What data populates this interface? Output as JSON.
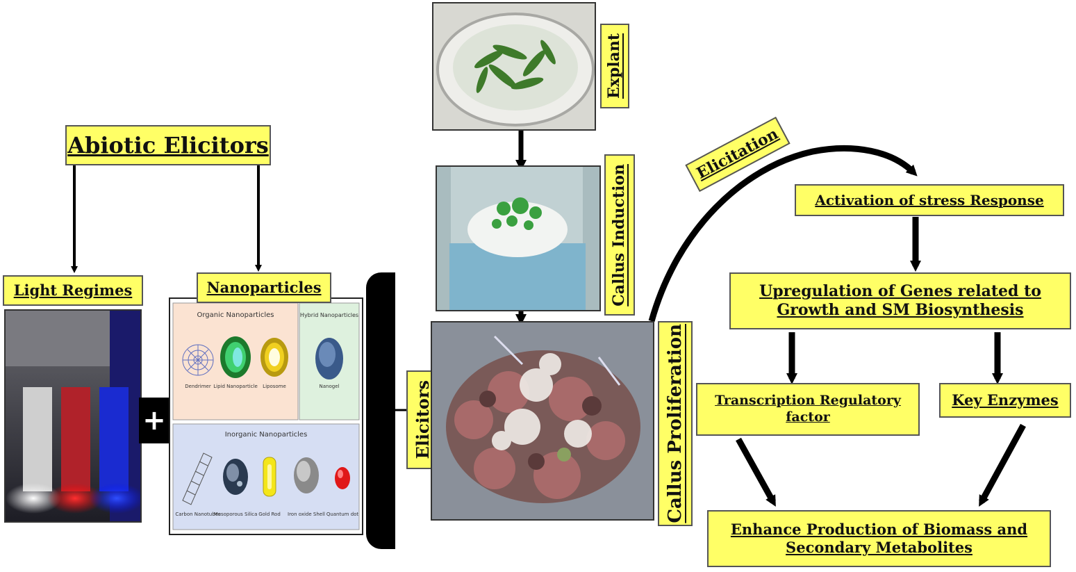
{
  "labels": {
    "abiotic_elicitors": "Abiotic Elicitors",
    "light_regimes": "Light Regimes",
    "nanoparticles": "Nanoparticles",
    "plus": "+",
    "elicitors": "Elicitors",
    "explant": "Explant",
    "callus_induction": "Callus Induction",
    "callus_proliferation": "Callus Proliferation",
    "elicitation": "Elicitation",
    "stress_response": "Activation of stress Response",
    "genes_line1": "Upregulation of Genes related to",
    "genes_line2": "Growth and SM Biosynthesis",
    "tf_line1": "Transcription Regulatory",
    "tf_line2": "factor",
    "key_enzymes": "Key Enzymes",
    "enhance_line1": "Enhance Production of Biomass and",
    "enhance_line2": "Secondary Metabolites"
  },
  "nano_panel": {
    "organic_title": "Organic Nanoparticles",
    "hybrid_title": "Hybrid Nanoparticles",
    "inorganic_title": "Inorganic Nanoparticles",
    "organic_items": [
      "Dendrimer",
      "Lipid Nanoparticle",
      "Liposome"
    ],
    "hybrid_items": [
      "Nanogel"
    ],
    "inorganic_items": [
      "Carbon Nanotubes",
      "Mesoporous Silica",
      "Gold Rod",
      "Iron oxide Shell",
      "Quantum dot"
    ]
  },
  "colors": {
    "label_fill": "#ffff66",
    "organic_bg": "#fbe3d2",
    "hybrid_bg": "#def1de",
    "inorganic_bg": "#d6def3",
    "arrow": "#000000"
  }
}
